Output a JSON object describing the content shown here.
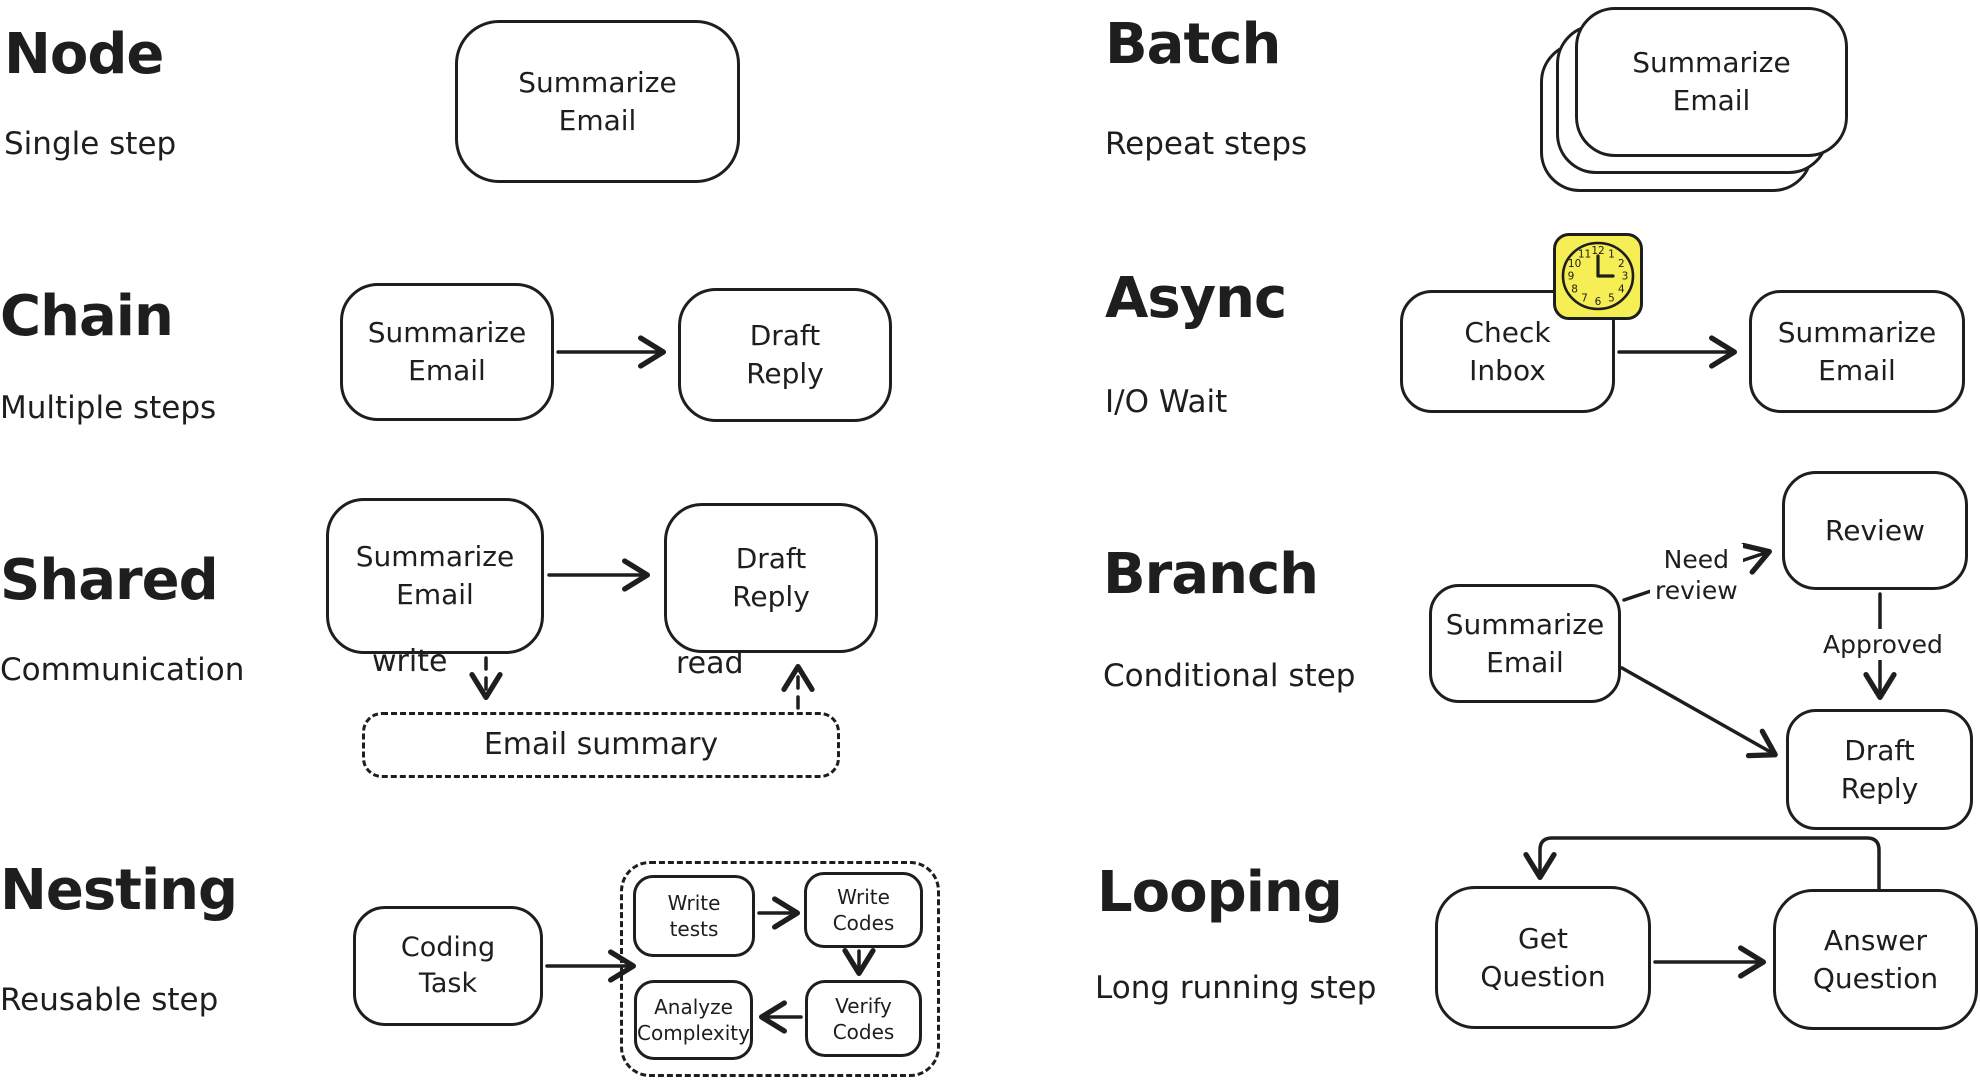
{
  "colors": {
    "ink": "#1e1e1e",
    "clock_highlight": "#f5ee54"
  },
  "sections": {
    "node": {
      "title": "Node",
      "subtitle": "Single step",
      "boxes": {
        "main": "Summarize\nEmail"
      }
    },
    "chain": {
      "title": "Chain",
      "subtitle": "Multiple steps",
      "boxes": {
        "summarize": "Summarize\nEmail",
        "draft": "Draft\nReply"
      }
    },
    "shared": {
      "title": "Shared",
      "subtitle": "Communication",
      "boxes": {
        "summarize": "Summarize\nEmail",
        "draft": "Draft\nReply",
        "store": "Email summary"
      },
      "labels": {
        "write": "write",
        "read": "read"
      }
    },
    "nesting": {
      "title": "Nesting",
      "subtitle": "Reusable step",
      "boxes": {
        "task": "Coding\nTask",
        "write_tests": "Write\ntests",
        "write_codes": "Write\nCodes",
        "analyze": "Analyze\nComplexity",
        "verify": "Verify\nCodes"
      }
    },
    "batch": {
      "title": "Batch",
      "subtitle": "Repeat steps",
      "boxes": {
        "main": "Summarize\nEmail"
      }
    },
    "async": {
      "title": "Async",
      "subtitle": "I/O Wait",
      "boxes": {
        "check": "Check\nInbox",
        "summarize": "Summarize\nEmail"
      },
      "icons": {
        "clock_numbers": [
          "12",
          "1",
          "2",
          "3",
          "4",
          "5",
          "6",
          "7",
          "8",
          "9",
          "10",
          "11"
        ]
      }
    },
    "branch": {
      "title": "Branch",
      "subtitle": "Conditional step",
      "boxes": {
        "summarize": "Summarize\nEmail",
        "review": "Review",
        "draft": "Draft\nReply"
      },
      "labels": {
        "need_review": "Need\nreview",
        "approved": "Approved"
      }
    },
    "looping": {
      "title": "Looping",
      "subtitle": "Long running step",
      "boxes": {
        "get": "Get\nQuestion",
        "answer": "Answer\nQuestion"
      }
    }
  }
}
